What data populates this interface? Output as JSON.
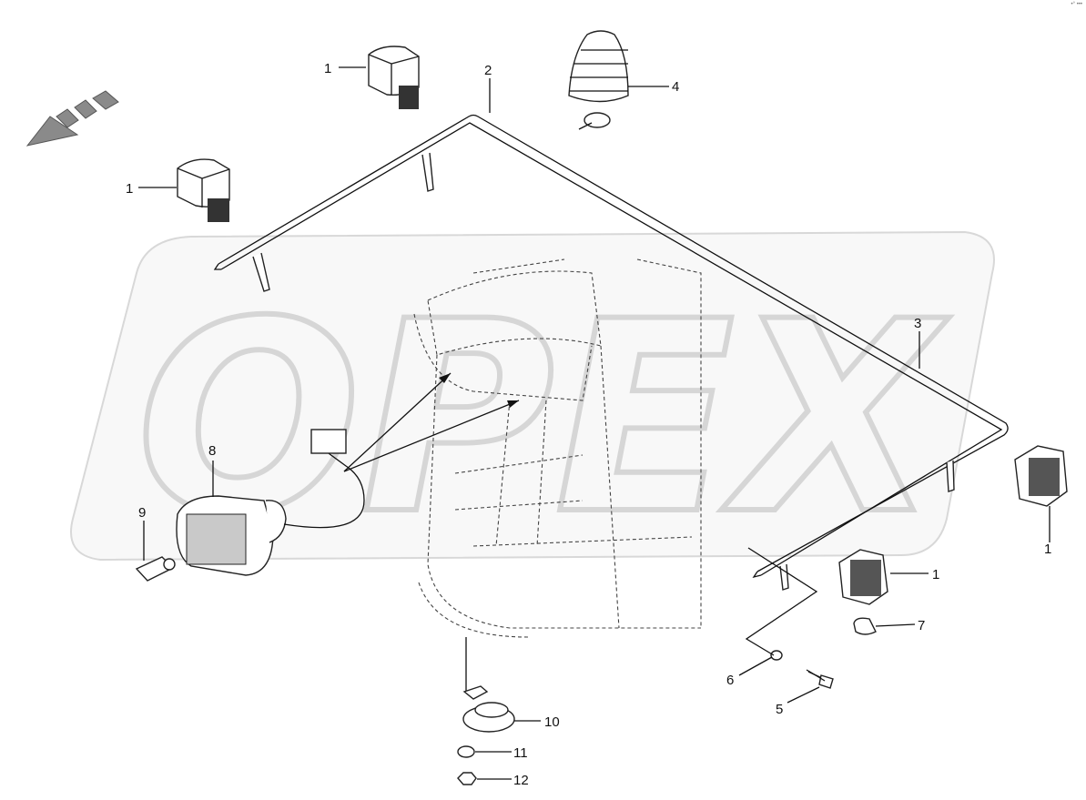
{
  "corner_tag": "•° •••",
  "watermark": "OPEX",
  "callouts": [
    {
      "id": "c1a",
      "text": "1"
    },
    {
      "id": "c1b",
      "text": "1"
    },
    {
      "id": "c1c",
      "text": "1"
    },
    {
      "id": "c1d",
      "text": "1"
    },
    {
      "id": "c2",
      "text": "2"
    },
    {
      "id": "c3",
      "text": "3"
    },
    {
      "id": "c4",
      "text": "4"
    },
    {
      "id": "c5",
      "text": "5"
    },
    {
      "id": "c6",
      "text": "6"
    },
    {
      "id": "c7",
      "text": "7"
    },
    {
      "id": "c8",
      "text": "8"
    },
    {
      "id": "c9",
      "text": "9"
    },
    {
      "id": "c10",
      "text": "10"
    },
    {
      "id": "c11",
      "text": "11"
    },
    {
      "id": "c12",
      "text": "12"
    }
  ],
  "colors": {
    "line": "#111111",
    "watermark": "#e6e6e6",
    "arrow": "#8a8a8a"
  }
}
